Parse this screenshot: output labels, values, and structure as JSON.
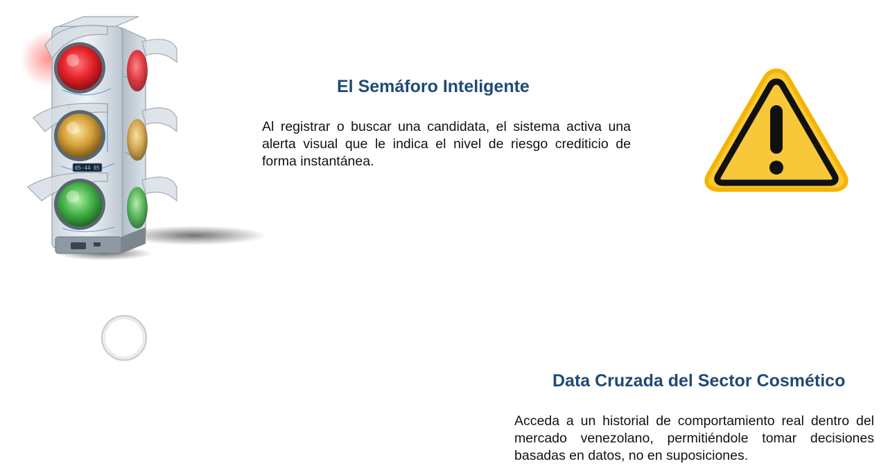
{
  "sections": [
    {
      "title": "El Semáforo Inteligente",
      "body": "Al registrar o buscar una candidata, el sistema activa una alerta visual que le indica el nivel de riesgo crediticio de forma instantánea."
    },
    {
      "title": "Data Cruzada del Sector Cosmético",
      "body": "Acceda a un historial de comportamiento real dentro del mercado venezolano, permitiéndole tomar decisiones basadas en datos, no en suposiciones."
    }
  ],
  "traffic_light": {
    "display": "05-44 05"
  },
  "icons": {
    "traffic_light": "traffic-light-icon",
    "warning": "warning-triangle-icon",
    "circle": "circle-outline-icon"
  },
  "colors": {
    "title": "#1f4a75",
    "body_text": "#111111",
    "warning_fill": "#f8c83a",
    "warning_border": "#f5b400",
    "light_red": "#e8232b",
    "light_yellow": "#e0a52a",
    "light_green": "#47b34a"
  }
}
